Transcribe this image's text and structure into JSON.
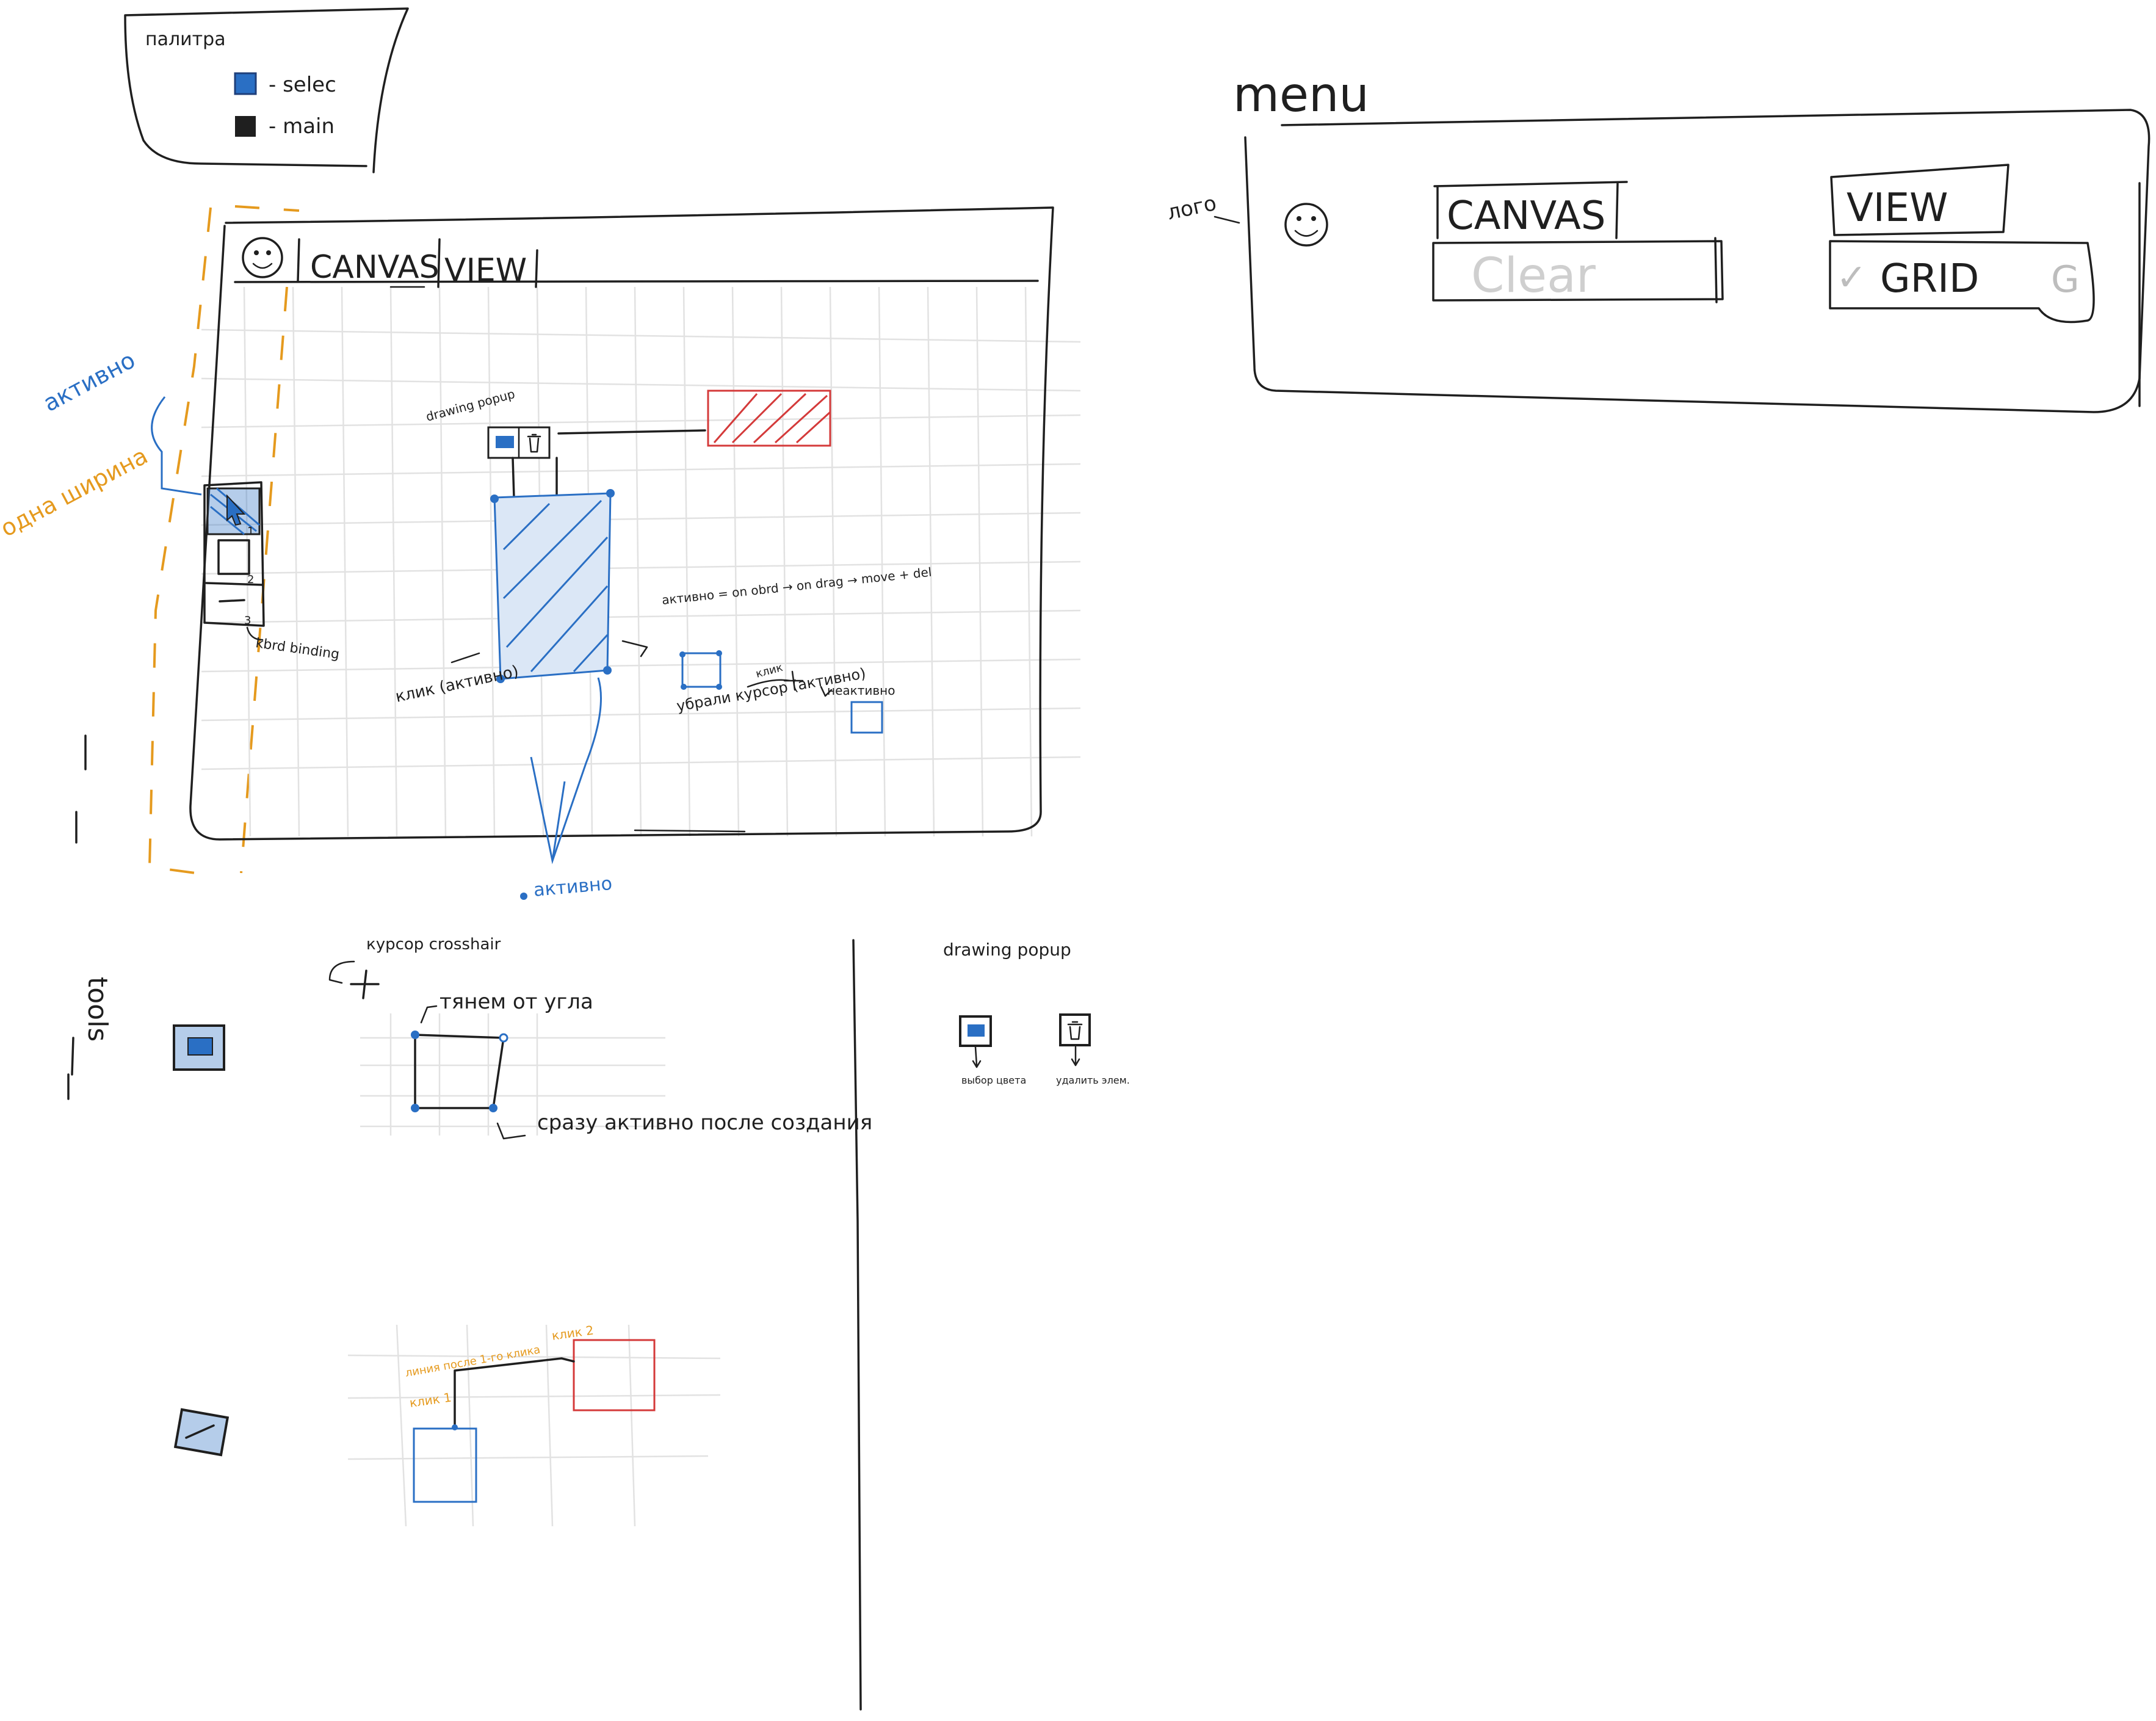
{
  "palette": {
    "title": "палитра",
    "select_label": "- selec",
    "main_label": "- main",
    "colors": {
      "select": "#2a6fc4",
      "main": "#1f1f1f",
      "accent": "#e59a1e",
      "target": "#d43a3a",
      "grid": "#e2e2e2"
    }
  },
  "menu_sketch": {
    "title": "menu",
    "side_note": "логo",
    "logo_icon": "smiley-face-icon",
    "canvas_label": "CANVAS",
    "clear_label": "Clear",
    "view_label": "VIEW",
    "grid_label": "GRID",
    "grid_check": "✓",
    "grid_shortcut": "G"
  },
  "canvas_sketch": {
    "logo_icon": "smiley-face-icon",
    "menu_canvas": "CANVAS",
    "menu_view": "VIEW",
    "tool_numbers": [
      "1",
      "2",
      "3"
    ],
    "note_active_top": "активно",
    "note_toolbar_width": "одна ширина",
    "note_keybind": "kbrd binding",
    "note_drawing_popup": "drawing popup",
    "note_click_active": "клик (активно)",
    "note_active_conditions": "активно = on obrd → on drag → move + del",
    "note_click": "клик",
    "note_inactive": "неактивно",
    "note_cursor_removed": "убрали курсор (активно)",
    "note_active_bottom": "активно"
  },
  "tools_label": "tools",
  "rect_tool": {
    "cursor_note": "курсор crosshair",
    "drag_note": "тянем от угла",
    "active_note": "сразу активно после создания"
  },
  "connector_tool": {
    "click1": "клик 1",
    "click2": "клик 2",
    "line_note": "линия после 1-го клика"
  },
  "popup_legend": {
    "title": "drawing popup",
    "color_icon": "color-swatch-icon",
    "trash_icon": "trash-icon",
    "color_note": "выбор цвета",
    "delete_note": "удалить элем."
  }
}
